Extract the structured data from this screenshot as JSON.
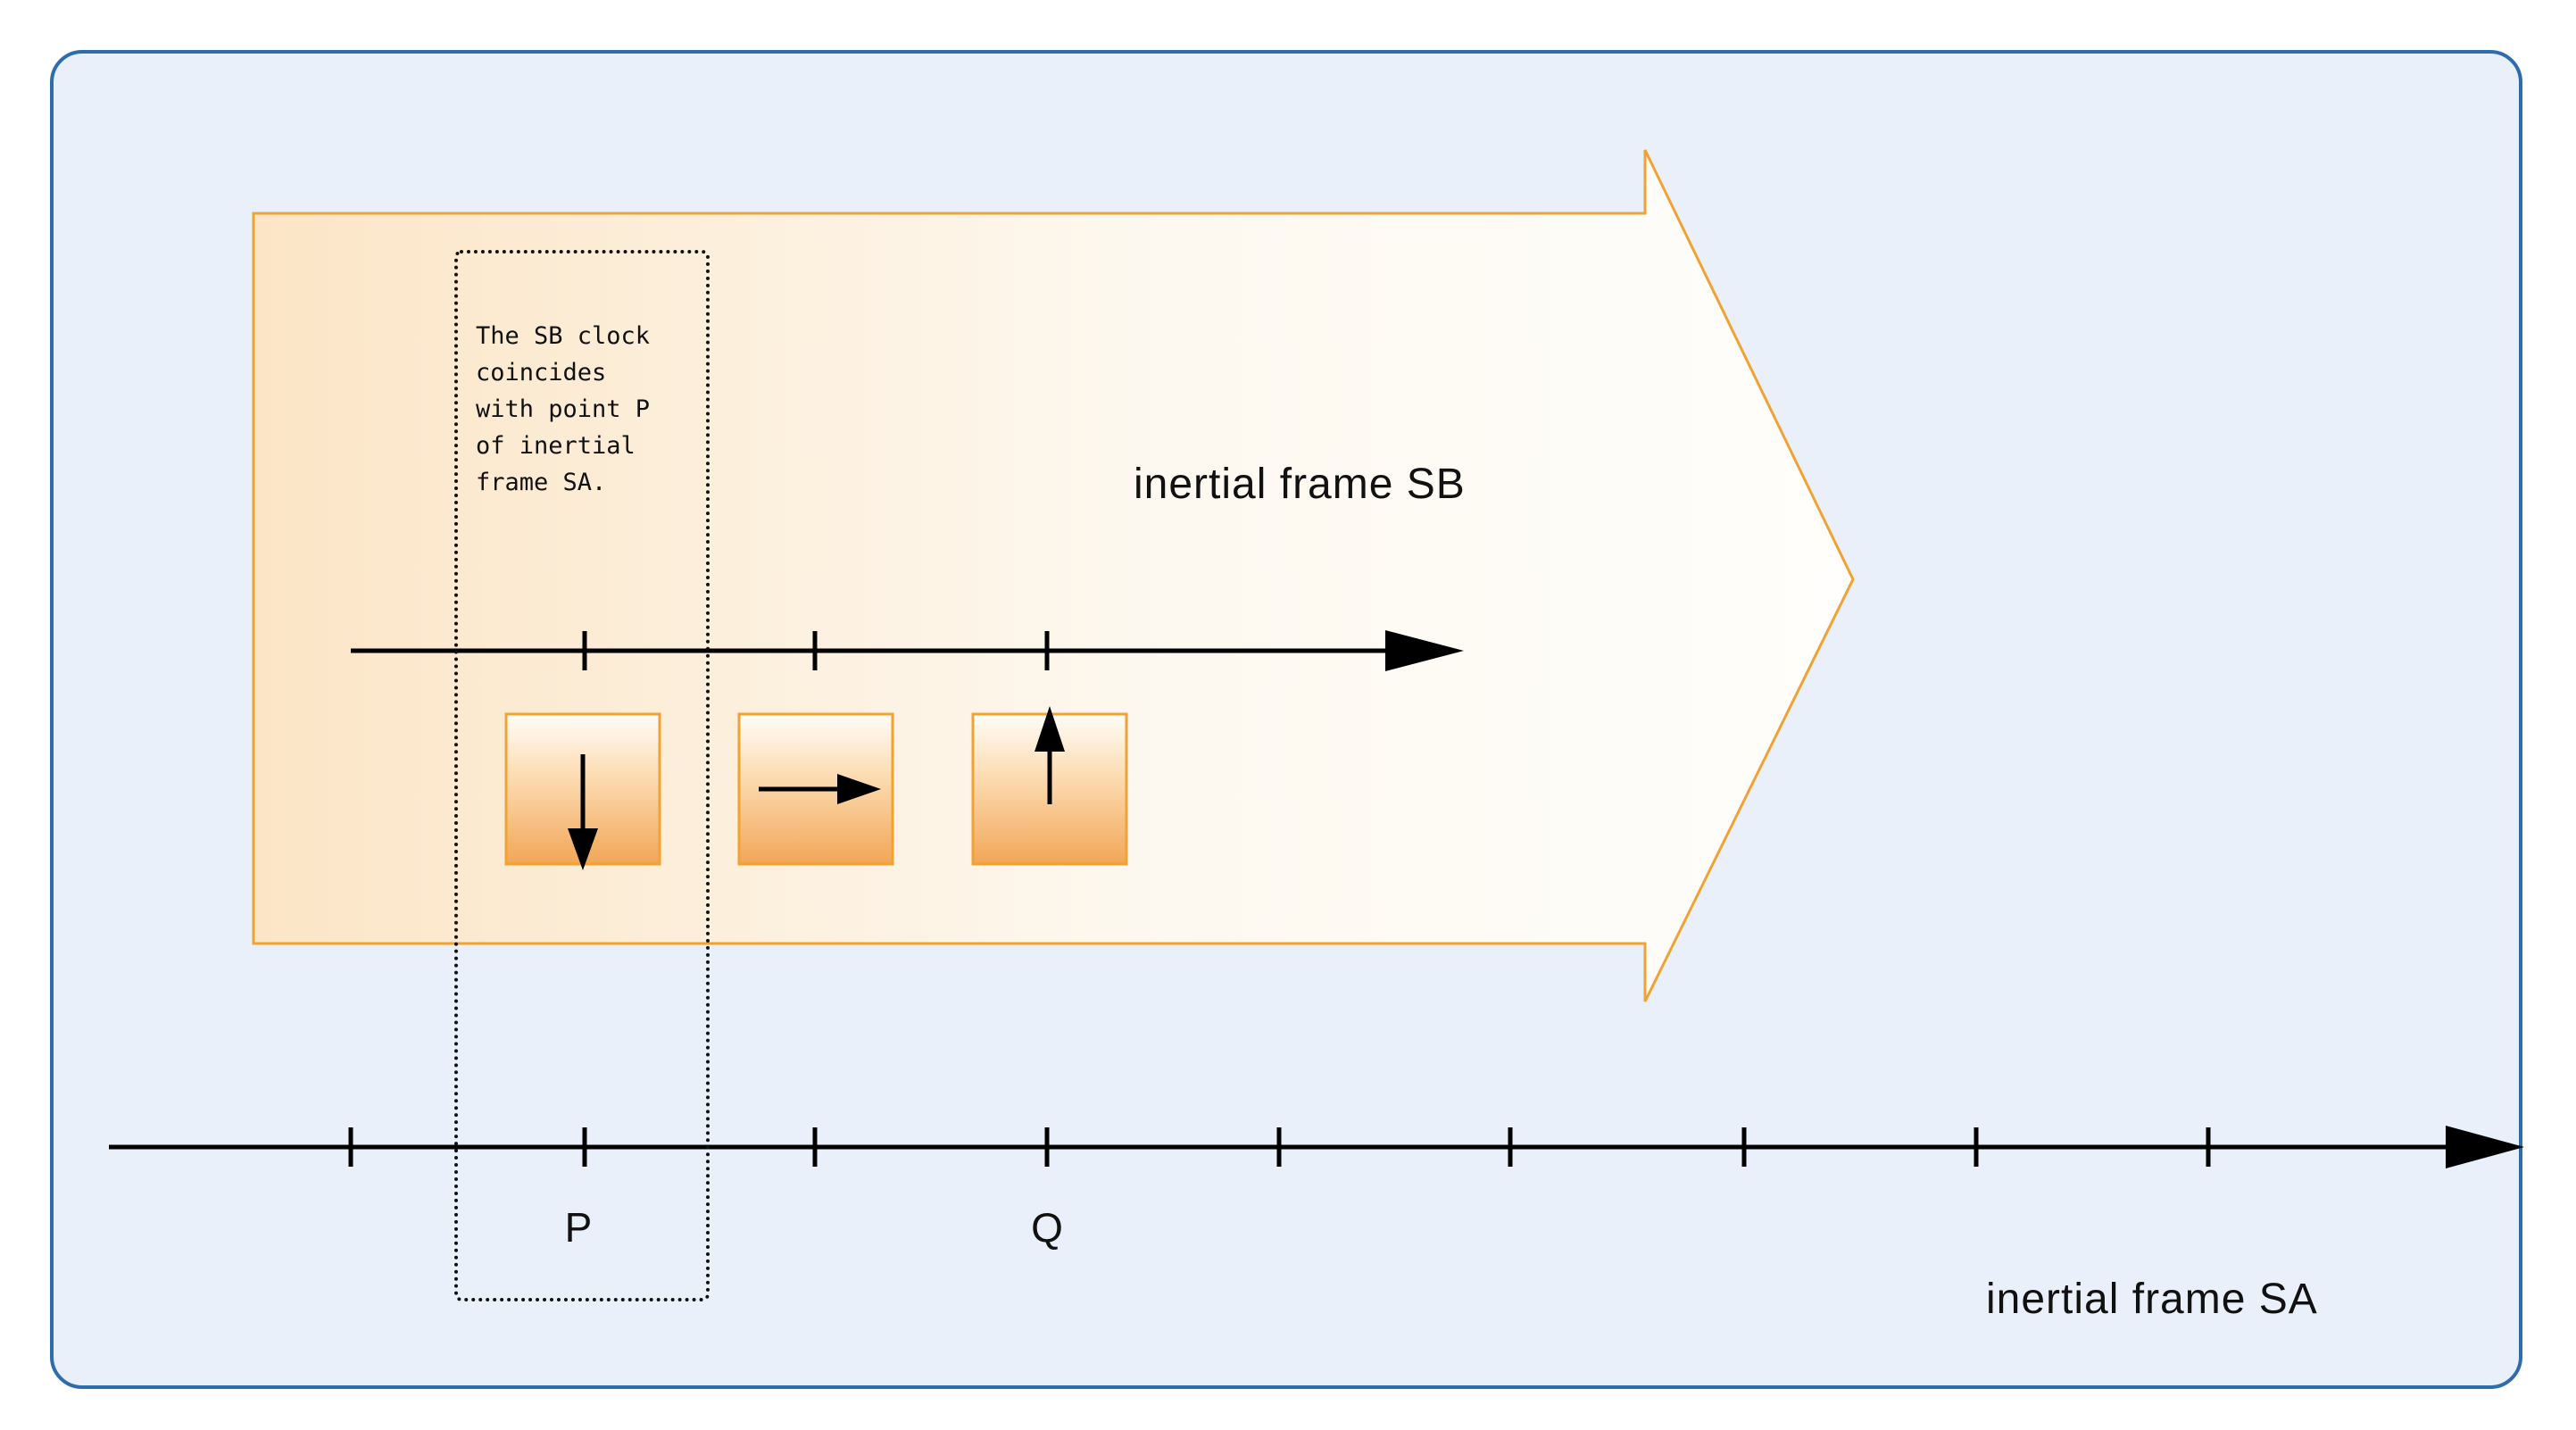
{
  "scene": {
    "sb_frame": {
      "label": "inertial frame SB",
      "note_text": "The SB clock\ncoincides\nwith point P\nof inertial\nframe SA.",
      "clock_arrows": [
        "down",
        "right",
        "up"
      ]
    },
    "sa_frame": {
      "label": "inertial frame SA",
      "points": {
        "p": "P",
        "q": "Q"
      }
    },
    "colors": {
      "card_background": "#eaf0fa",
      "card_border": "#2e6cab",
      "frame_arrow_stroke": "#f0a232",
      "frame_arrow_fill_left": "#fce5c6",
      "frame_arrow_fill_right": "#fffefc",
      "clock_box_fill_top": "#fff8ef",
      "clock_box_fill_bottom": "#f2a658",
      "axis": "#000000"
    }
  }
}
